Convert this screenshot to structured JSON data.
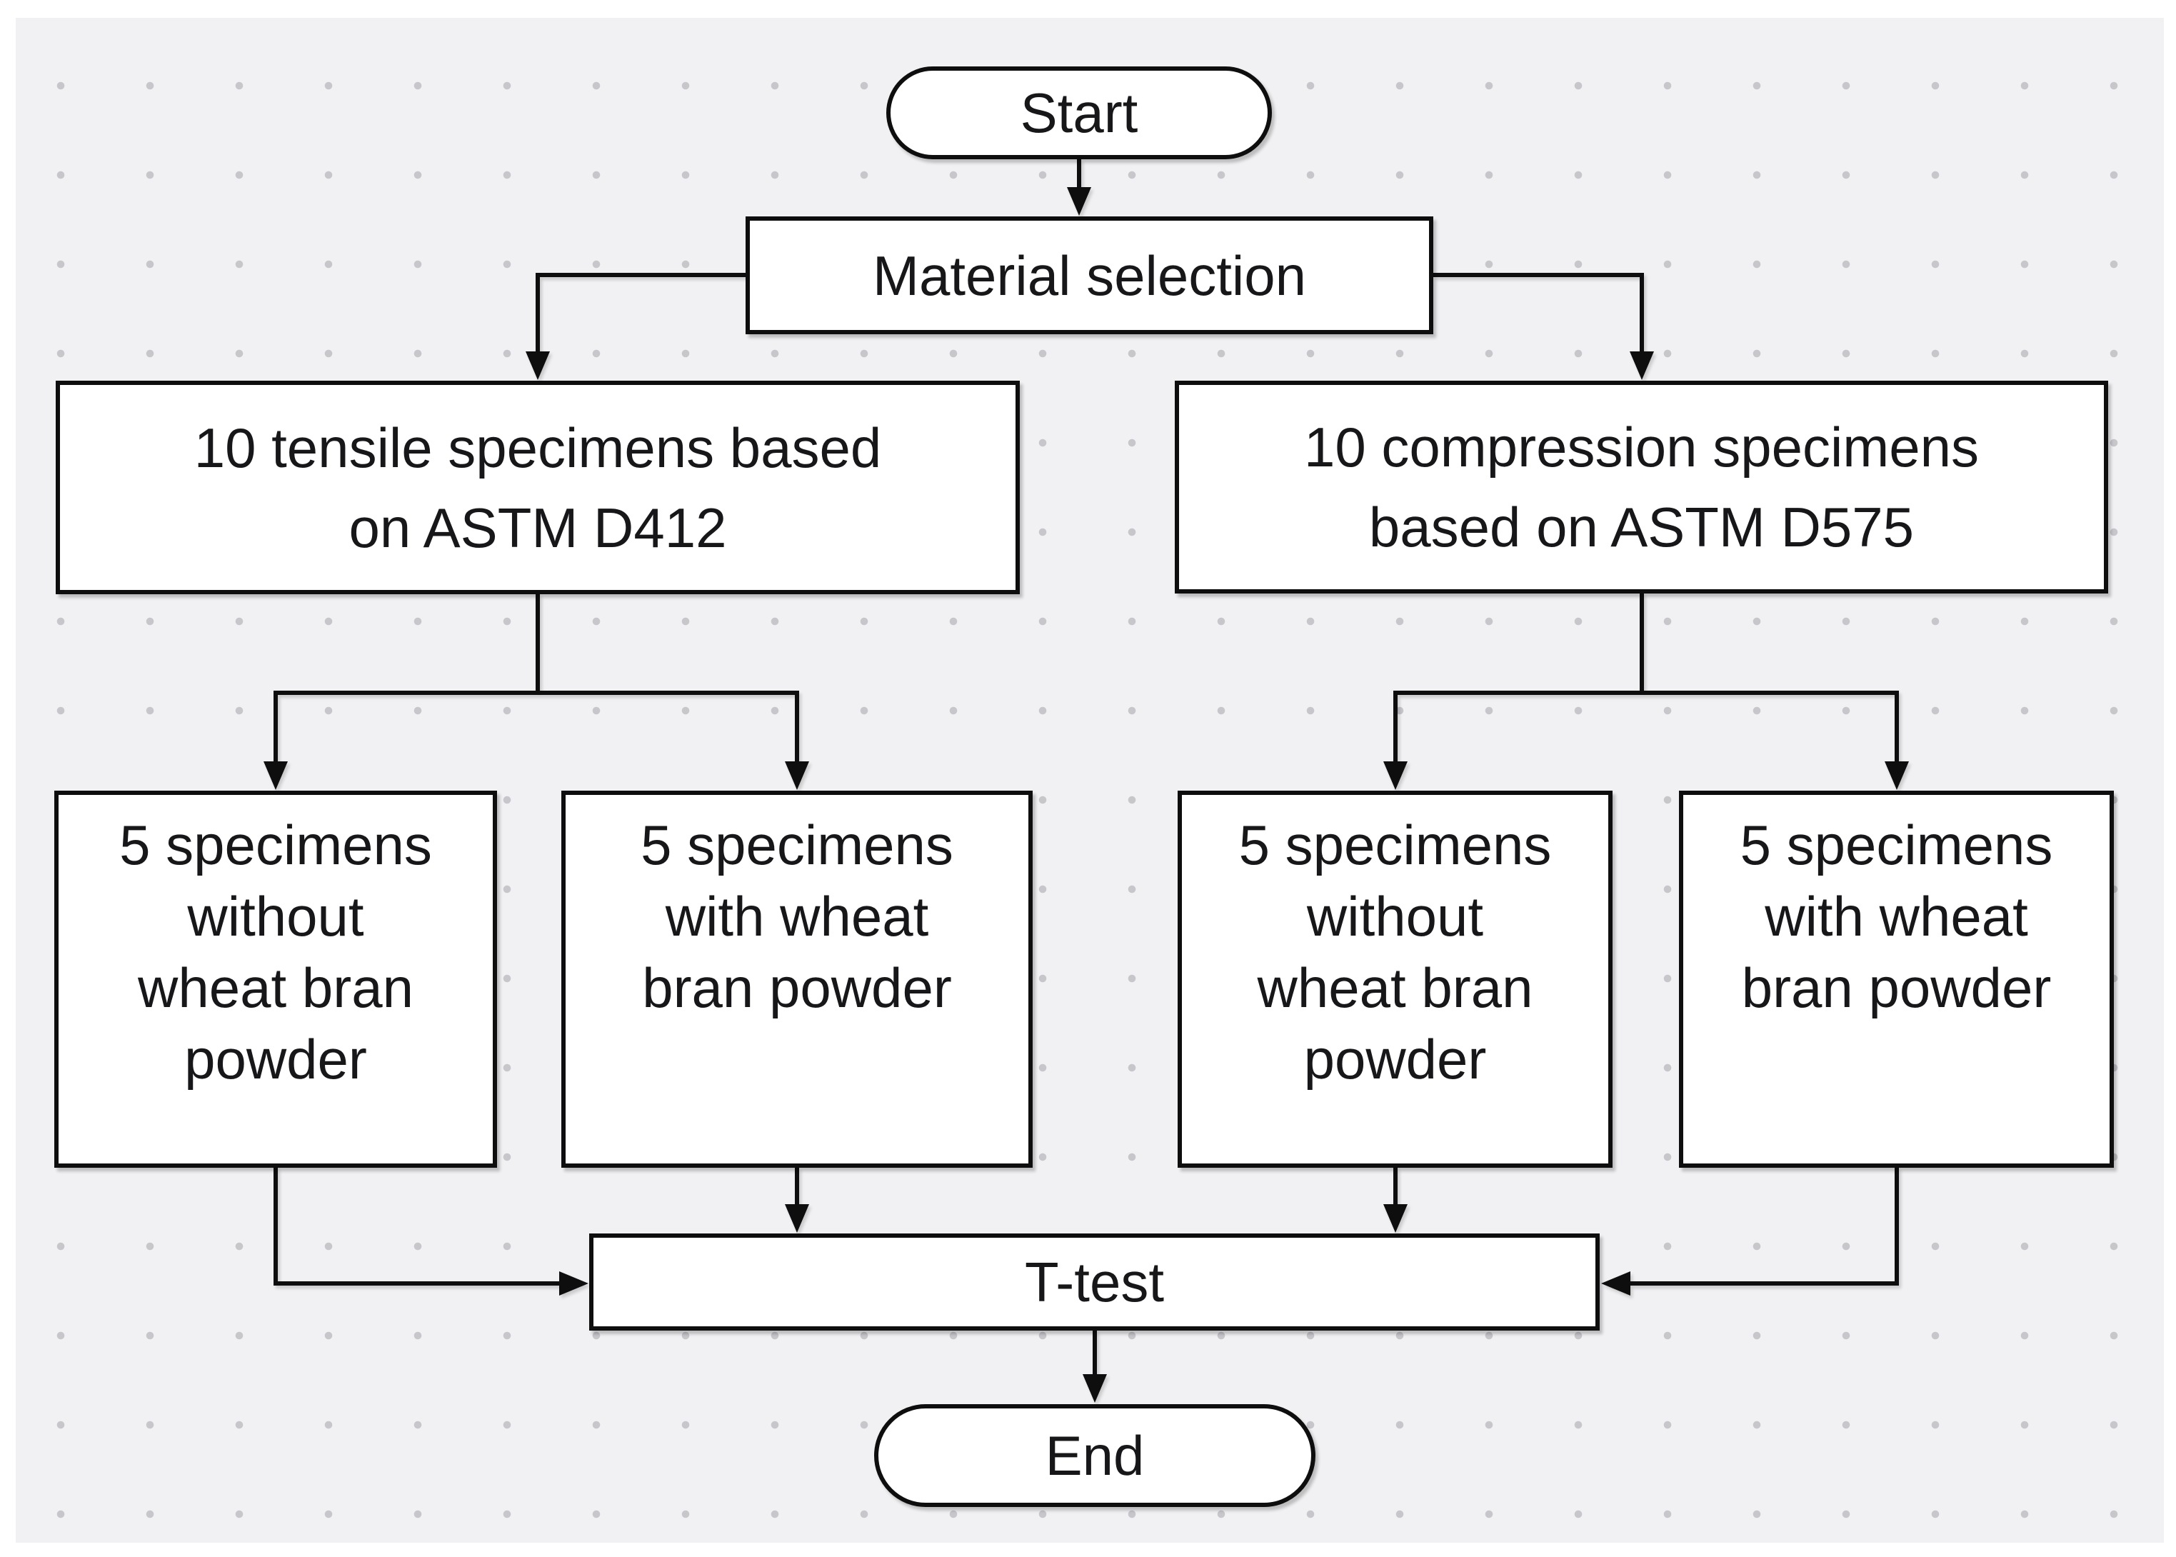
{
  "canvas": {
    "page_background": "#ffffff",
    "background": "#f1f1f3",
    "dot_color": "#c6c6cb",
    "line_color": "#0e0e0e",
    "node_fill": "#ffffff",
    "text_color": "#17171a"
  },
  "nodes": {
    "start": {
      "shape": "stadium",
      "label": "Start"
    },
    "material_selection": {
      "shape": "process",
      "label": "Material selection"
    },
    "tensile": {
      "shape": "process",
      "label": "10 tensile specimens based\non ASTM D412"
    },
    "compression": {
      "shape": "process",
      "label": "10 compression specimens\nbased on ASTM D575"
    },
    "tensile_without": {
      "shape": "process",
      "label": "5 specimens\nwithout\nwheat bran\npowder"
    },
    "tensile_with": {
      "shape": "process",
      "label": "5 specimens\nwith wheat\nbran powder"
    },
    "compression_without": {
      "shape": "process",
      "label": "5 specimens\nwithout\nwheat bran\npowder"
    },
    "compression_with": {
      "shape": "process",
      "label": "5 specimens\nwith wheat\nbran powder"
    },
    "t_test": {
      "shape": "process",
      "label": "T-test"
    },
    "end": {
      "shape": "stadium",
      "label": "End"
    }
  },
  "edges": [
    {
      "from": "start",
      "to": "material_selection"
    },
    {
      "from": "material_selection",
      "to": "tensile"
    },
    {
      "from": "material_selection",
      "to": "compression"
    },
    {
      "from": "tensile",
      "to": "tensile_without"
    },
    {
      "from": "tensile",
      "to": "tensile_with"
    },
    {
      "from": "compression",
      "to": "compression_without"
    },
    {
      "from": "compression",
      "to": "compression_with"
    },
    {
      "from": "tensile_without",
      "to": "t_test"
    },
    {
      "from": "tensile_with",
      "to": "t_test"
    },
    {
      "from": "compression_without",
      "to": "t_test"
    },
    {
      "from": "compression_with",
      "to": "t_test"
    },
    {
      "from": "t_test",
      "to": "end"
    }
  ]
}
